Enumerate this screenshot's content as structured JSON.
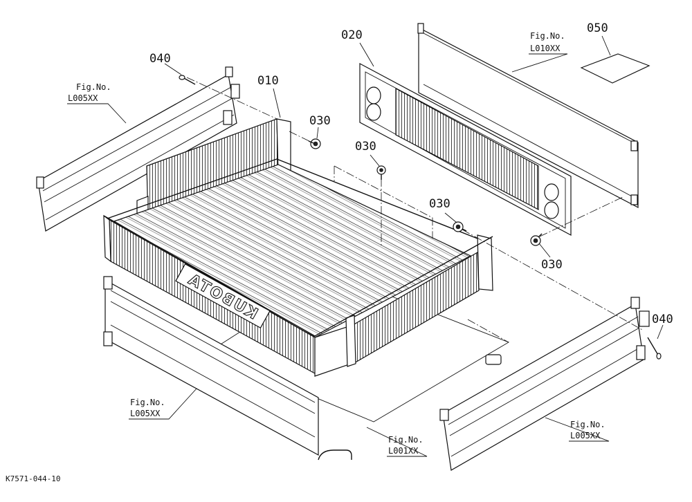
{
  "parts": {
    "p010": "010",
    "p020": "020",
    "p030_a": "030",
    "p030_b": "030",
    "p030_c": "030",
    "p030_d": "030",
    "p040_a": "040",
    "p040_b": "040",
    "p050": "050"
  },
  "fig_refs": {
    "left_panel": {
      "label": "Fig.No.",
      "code": "L005XX"
    },
    "front_panel": {
      "label": "Fig.No.",
      "code": "L005XX"
    },
    "right_panel": {
      "label": "Fig.No.",
      "code": "L005XX"
    },
    "floor_frame": {
      "label": "Fig.No.",
      "code": "L001XX"
    },
    "rear_panel": {
      "label": "Fig.No.",
      "code": "L010XX"
    }
  },
  "document_id": "K7571-044-10",
  "brand_text": "KUBOTA"
}
